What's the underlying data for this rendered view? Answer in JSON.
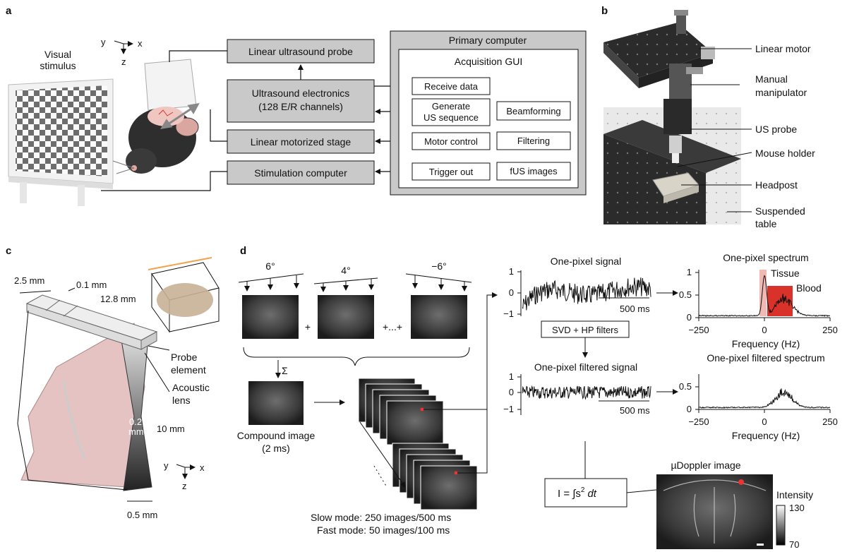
{
  "panels": {
    "a": "a",
    "b": "b",
    "c": "c",
    "d": "d"
  },
  "panel_a": {
    "visual_stimulus": [
      "Visual",
      "stimulus"
    ],
    "axes": {
      "y": "y",
      "x": "x",
      "z": "z"
    },
    "linear_probe": "Linear ultrasound probe",
    "electronics": [
      "Ultrasound electronics",
      "(128 E/R channels)"
    ],
    "motorized_stage": "Linear motorized stage",
    "stim_computer": "Stimulation computer",
    "primary_computer": "Primary computer",
    "acq_gui": "Acquisition GUI",
    "receive": "Receive data",
    "generate": [
      "Generate",
      "US sequence"
    ],
    "motor_control": "Motor control",
    "trigger_out": "Trigger out",
    "beamforming": "Beamforming",
    "filtering": "Filtering",
    "fus_images": "fUS images"
  },
  "panel_b": {
    "labels": [
      "Linear motor",
      "Manual",
      "manipulator",
      "US probe",
      "Mouse holder",
      "Headpost",
      "Suspended",
      "table"
    ]
  },
  "panel_c": {
    "dim_25": "2.5 mm",
    "dim_01": "0.1 mm",
    "dim_128": "12.8 mm",
    "probe_element": [
      "Probe",
      "element"
    ],
    "acoustic_lens": [
      "Acoustic",
      "lens"
    ],
    "dim_02": [
      "0.2",
      "mm"
    ],
    "dim_10": "10 mm",
    "dim_05": "0.5 mm",
    "axes": {
      "y": "y",
      "x": "x",
      "z": "z"
    }
  },
  "panel_d": {
    "angles": [
      "6°",
      "4°",
      "−6°"
    ],
    "plus": "+",
    "plus_dots": "+...+",
    "sigma": "Σ",
    "compound": [
      "Compound image",
      "(2 ms)"
    ],
    "modes": [
      "Slow mode: 250 images/500 ms",
      "Fast mode: 50 images/100 ms"
    ],
    "one_pixel_signal": "One-pixel signal",
    "one_pixel_filtered_signal": "One-pixel filtered signal",
    "svd": "SVD + HP filters",
    "ms500": "500 ms",
    "one_pixel_spectrum": "One-pixel spectrum",
    "one_pixel_filtered_spectrum": "One-pixel filtered spectrum",
    "tissue": "Tissue",
    "blood": "Blood",
    "frequency": "Frequency (Hz)",
    "spec_ticks_x": [
      "−250",
      "0",
      "250"
    ],
    "spec_ticks_y": [
      "0",
      "0.5",
      "1"
    ],
    "spec2_ticks_y": [
      "0",
      "0.5"
    ],
    "sig_ticks_y": [
      "−1",
      "0",
      "1"
    ],
    "formula_I": "I = ∫s",
    "formula_sq": "2",
    "formula_dt": "dt",
    "udoppler": "µDoppler image",
    "intensity": "Intensity",
    "intensity_max": "130",
    "intensity_min": "70"
  },
  "colors": {
    "box": "#c9c9c9",
    "tissue": "#f0b9b4",
    "blood": "#d9322a",
    "arrow": "#f2a24a"
  }
}
